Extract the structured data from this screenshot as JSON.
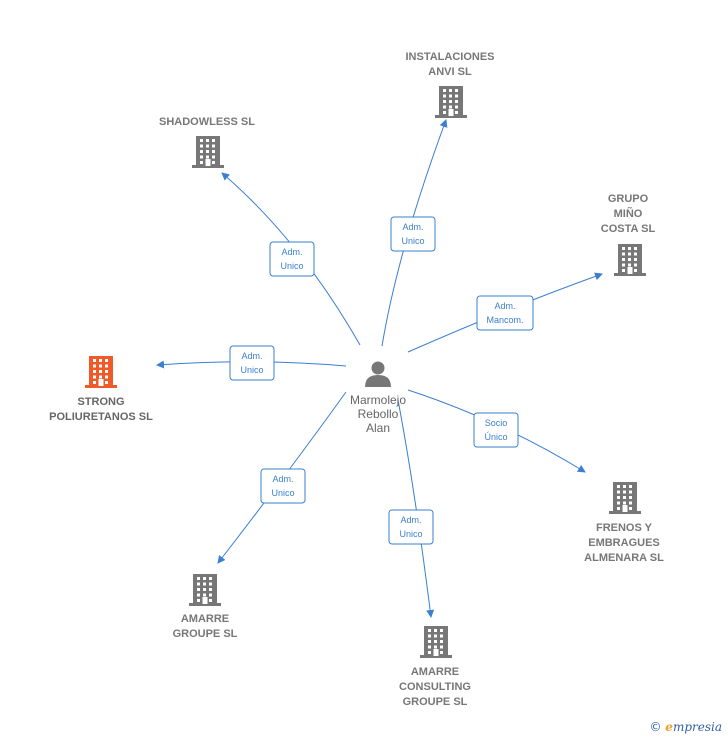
{
  "colors": {
    "edge": "#3a7fd0",
    "building": "#777777",
    "highlight": "#f05a28",
    "person": "#777777"
  },
  "center": {
    "name_lines": [
      "Marmolejo",
      "Rebollo",
      "Alan"
    ],
    "icon": "person-icon"
  },
  "nodes": [
    {
      "id": "instalaciones-anvi",
      "name_lines": [
        "INSTALACIONES",
        "ANVI SL"
      ],
      "icon": "building-icon",
      "highlight": false
    },
    {
      "id": "shadowless",
      "name_lines": [
        "SHADOWLESS SL"
      ],
      "icon": "building-icon",
      "highlight": false
    },
    {
      "id": "grupo-mino-costa",
      "name_lines": [
        "GRUPO",
        "MIÑO",
        "COSTA SL"
      ],
      "icon": "building-icon",
      "highlight": false
    },
    {
      "id": "strong-poliuretanos",
      "name_lines": [
        "STRONG",
        "POLIURETANOS SL"
      ],
      "icon": "building-icon",
      "highlight": true
    },
    {
      "id": "frenos-embragues",
      "name_lines": [
        "FRENOS Y",
        "EMBRAGUES",
        "ALMENARA SL"
      ],
      "icon": "building-icon",
      "highlight": false
    },
    {
      "id": "amarre-groupe",
      "name_lines": [
        "AMARRE",
        "GROUPE  SL"
      ],
      "icon": "building-icon",
      "highlight": false
    },
    {
      "id": "amarre-consulting",
      "name_lines": [
        "AMARRE",
        "CONSULTING",
        "GROUPE SL"
      ],
      "icon": "building-icon",
      "highlight": false
    }
  ],
  "edges": [
    {
      "to": "instalaciones-anvi",
      "label_lines": [
        "Adm.",
        "Unico"
      ]
    },
    {
      "to": "shadowless",
      "label_lines": [
        "Adm.",
        "Unico"
      ]
    },
    {
      "to": "grupo-mino-costa",
      "label_lines": [
        "Adm.",
        "Mancom."
      ]
    },
    {
      "to": "strong-poliuretanos",
      "label_lines": [
        "Adm.",
        "Unico"
      ]
    },
    {
      "to": "frenos-embragues",
      "label_lines": [
        "Socio",
        "Único"
      ]
    },
    {
      "to": "amarre-groupe",
      "label_lines": [
        "Adm.",
        "Unico"
      ]
    },
    {
      "to": "amarre-consulting",
      "label_lines": [
        "Adm.",
        "Unico"
      ]
    }
  ],
  "footer": {
    "copyright": "©",
    "brand_initial": "e",
    "brand_rest": "mpresia"
  }
}
